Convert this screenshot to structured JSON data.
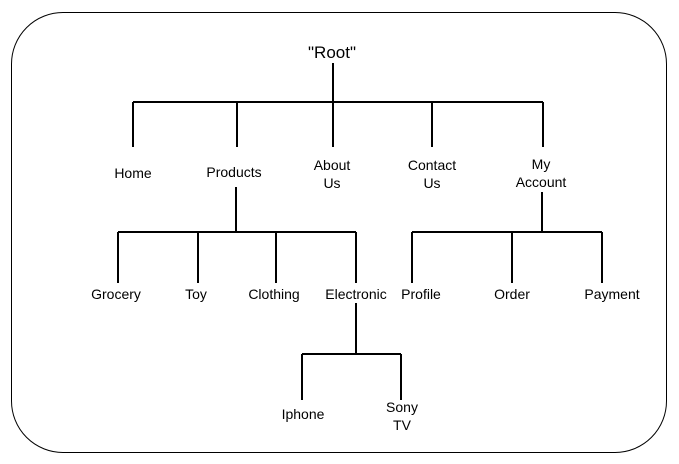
{
  "root": {
    "label": "\"Root\""
  },
  "level1": {
    "home": "Home",
    "products": "Products",
    "about": "About\nUs",
    "contact": "Contact\nUs",
    "account": "My\nAccount"
  },
  "products_children": {
    "grocery": "Grocery",
    "toy": "Toy",
    "clothing": "Clothing",
    "electronic": "Electronic"
  },
  "account_children": {
    "profile": "Profile",
    "order": "Order",
    "payment": "Payment"
  },
  "electronic_children": {
    "iphone": "Iphone",
    "sony_tv": "Sony\nTV"
  }
}
